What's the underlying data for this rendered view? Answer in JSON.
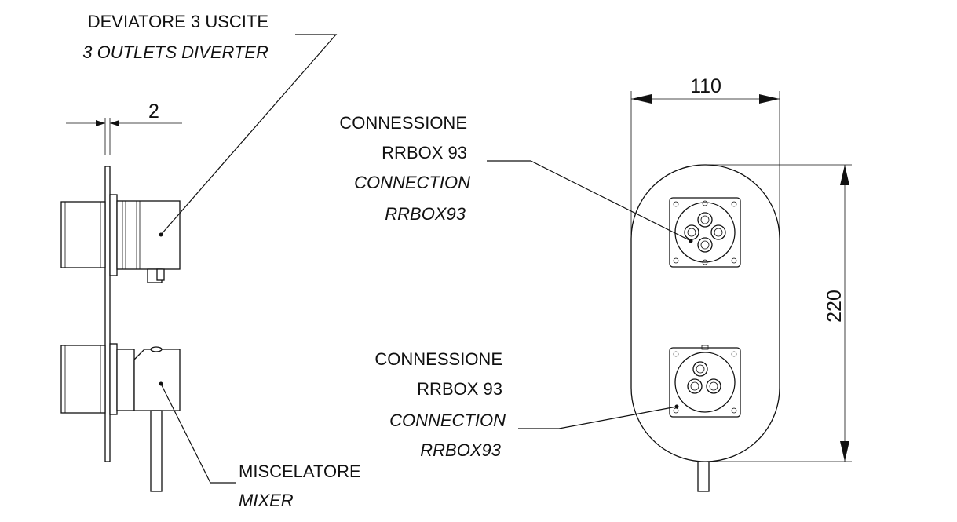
{
  "labels": {
    "diverter_it": "DEVIATORE 3 USCITE",
    "diverter_en": "3 OUTLETS DIVERTER",
    "mixer_it": "MISCELATORE",
    "mixer_en": "MIXER",
    "conn_top_it_1": "CONNESSIONE",
    "conn_top_it_2": "RRBOX 93",
    "conn_top_en_1": "CONNECTION",
    "conn_top_en_2": "RRBOX93",
    "conn_bot_it_1": "CONNESSIONE",
    "conn_bot_it_2": "RRBOX 93",
    "conn_bot_en_1": "CONNECTION",
    "conn_bot_en_2": "RRBOX93"
  },
  "dimensions": {
    "plate_offset": "2",
    "width": "110",
    "height": "220"
  }
}
